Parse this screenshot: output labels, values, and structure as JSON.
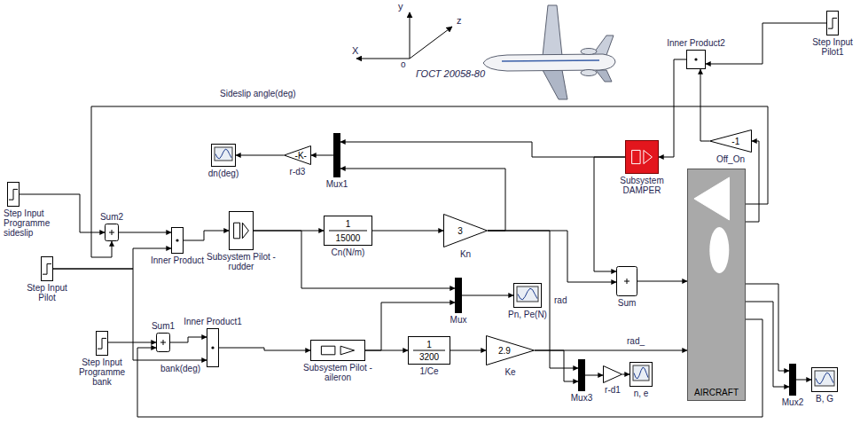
{
  "diagram": {
    "nodes": [
      {
        "text": [
          "Step Input Pilot1"
        ]
      },
      {
        "text": [
          "Inner Product2"
        ]
      },
      {
        "text": [
          "Subsystem DAMPER"
        ]
      },
      {
        "text": [
          "-1",
          "Off_On"
        ]
      },
      {
        "text": [
          "dn(deg)"
        ]
      },
      {
        "text": [
          "-K-",
          "r-d3"
        ]
      },
      {
        "text": [
          "Mux1"
        ]
      },
      {
        "text": [
          "Step Input Programme sideslip"
        ]
      },
      {
        "text": [
          "Sum2"
        ]
      },
      {
        "text": [
          "Inner Product"
        ]
      },
      {
        "text": [
          "Subsystem Pilot - rudder"
        ]
      },
      {
        "text": [
          "1",
          "15000",
          "Cn(N/m)"
        ]
      },
      {
        "text": [
          "3",
          "Kn"
        ]
      },
      {
        "text": [
          "Step Input Pilot"
        ]
      },
      {
        "text": [
          "Mux"
        ]
      },
      {
        "text": [
          "Pn, Pe(N)"
        ]
      },
      {
        "text": [
          "Sum"
        ]
      },
      {
        "text": [
          "AIRCRAFT"
        ]
      },
      {
        "text": [
          "Step Input Programme bank"
        ]
      },
      {
        "text": [
          "Sum1"
        ]
      },
      {
        "text": [
          "Inner Product1"
        ]
      },
      {
        "text": [
          "Subsystem Pilot - aileron"
        ]
      },
      {
        "text": [
          "1",
          "3200",
          "1/Ce"
        ]
      },
      {
        "text": [
          "2.9",
          "Ke"
        ]
      },
      {
        "text": [
          "Mux3"
        ]
      },
      {
        "text": [
          "r-d1"
        ]
      },
      {
        "text": [
          "n, e"
        ]
      },
      {
        "text": [
          "Mux2"
        ]
      },
      {
        "text": [
          "B, G"
        ]
      }
    ],
    "edges": [
      {
        "from": 0,
        "to": 1,
        "arrow": "to"
      },
      {
        "from": 3,
        "to": 1,
        "arrow": "to"
      },
      {
        "from": 1,
        "to": 2,
        "arrow": "to"
      },
      {
        "from": 17,
        "to": 3,
        "arrow": "to"
      },
      {
        "from": 2,
        "to": 6,
        "arrow": "to"
      },
      {
        "from": 2,
        "to": 16,
        "arrow": "to"
      },
      {
        "from": 6,
        "to": 5,
        "arrow": "to"
      },
      {
        "from": 5,
        "to": 4,
        "arrow": "to"
      },
      {
        "from": 7,
        "to": 8,
        "arrow": "to"
      },
      {
        "from": 17,
        "to": 8,
        "arrow": "to"
      },
      {
        "from": 8,
        "to": 9,
        "arrow": "to"
      },
      {
        "from": 13,
        "to": 9,
        "arrow": "to"
      },
      {
        "from": 13,
        "to": 20,
        "arrow": "to"
      },
      {
        "from": 9,
        "to": 10,
        "arrow": "to"
      },
      {
        "from": 10,
        "to": 11,
        "arrow": "to"
      },
      {
        "from": 11,
        "to": 12,
        "arrow": "to"
      },
      {
        "from": 12,
        "to": 6,
        "arrow": "to"
      },
      {
        "from": 12,
        "to": 16,
        "arrow": "to"
      },
      {
        "from": 12,
        "to": 24,
        "arrow": "to"
      },
      {
        "from": 10,
        "to": 14,
        "arrow": "to"
      },
      {
        "from": 21,
        "to": 14,
        "arrow": "to"
      },
      {
        "from": 14,
        "to": 15,
        "arrow": "to"
      },
      {
        "from": 16,
        "to": 17,
        "arrow": "to"
      },
      {
        "from": 17,
        "to": 19,
        "arrow": "to"
      },
      {
        "from": 18,
        "to": 19,
        "arrow": "to"
      },
      {
        "from": 19,
        "to": 20,
        "arrow": "to"
      },
      {
        "from": 20,
        "to": 21,
        "arrow": "to"
      },
      {
        "from": 21,
        "to": 22,
        "arrow": "to"
      },
      {
        "from": 22,
        "to": 23,
        "arrow": "to"
      },
      {
        "from": 23,
        "to": 17,
        "arrow": "to"
      },
      {
        "from": 23,
        "to": 24,
        "arrow": "to"
      },
      {
        "from": 24,
        "to": 25,
        "arrow": "to"
      },
      {
        "from": 25,
        "to": 26,
        "arrow": "to"
      },
      {
        "from": 17,
        "to": 27,
        "arrow": "to"
      },
      {
        "from": 17,
        "to": 27,
        "arrow": "to"
      },
      {
        "from": 27,
        "to": 28,
        "arrow": "to"
      }
    ],
    "labels": [
      "Sideslip angle(deg)",
      "rad",
      "rad_",
      "bank(deg)",
      "ГОСТ 20058-80",
      "X",
      "y",
      "z",
      "o"
    ]
  }
}
